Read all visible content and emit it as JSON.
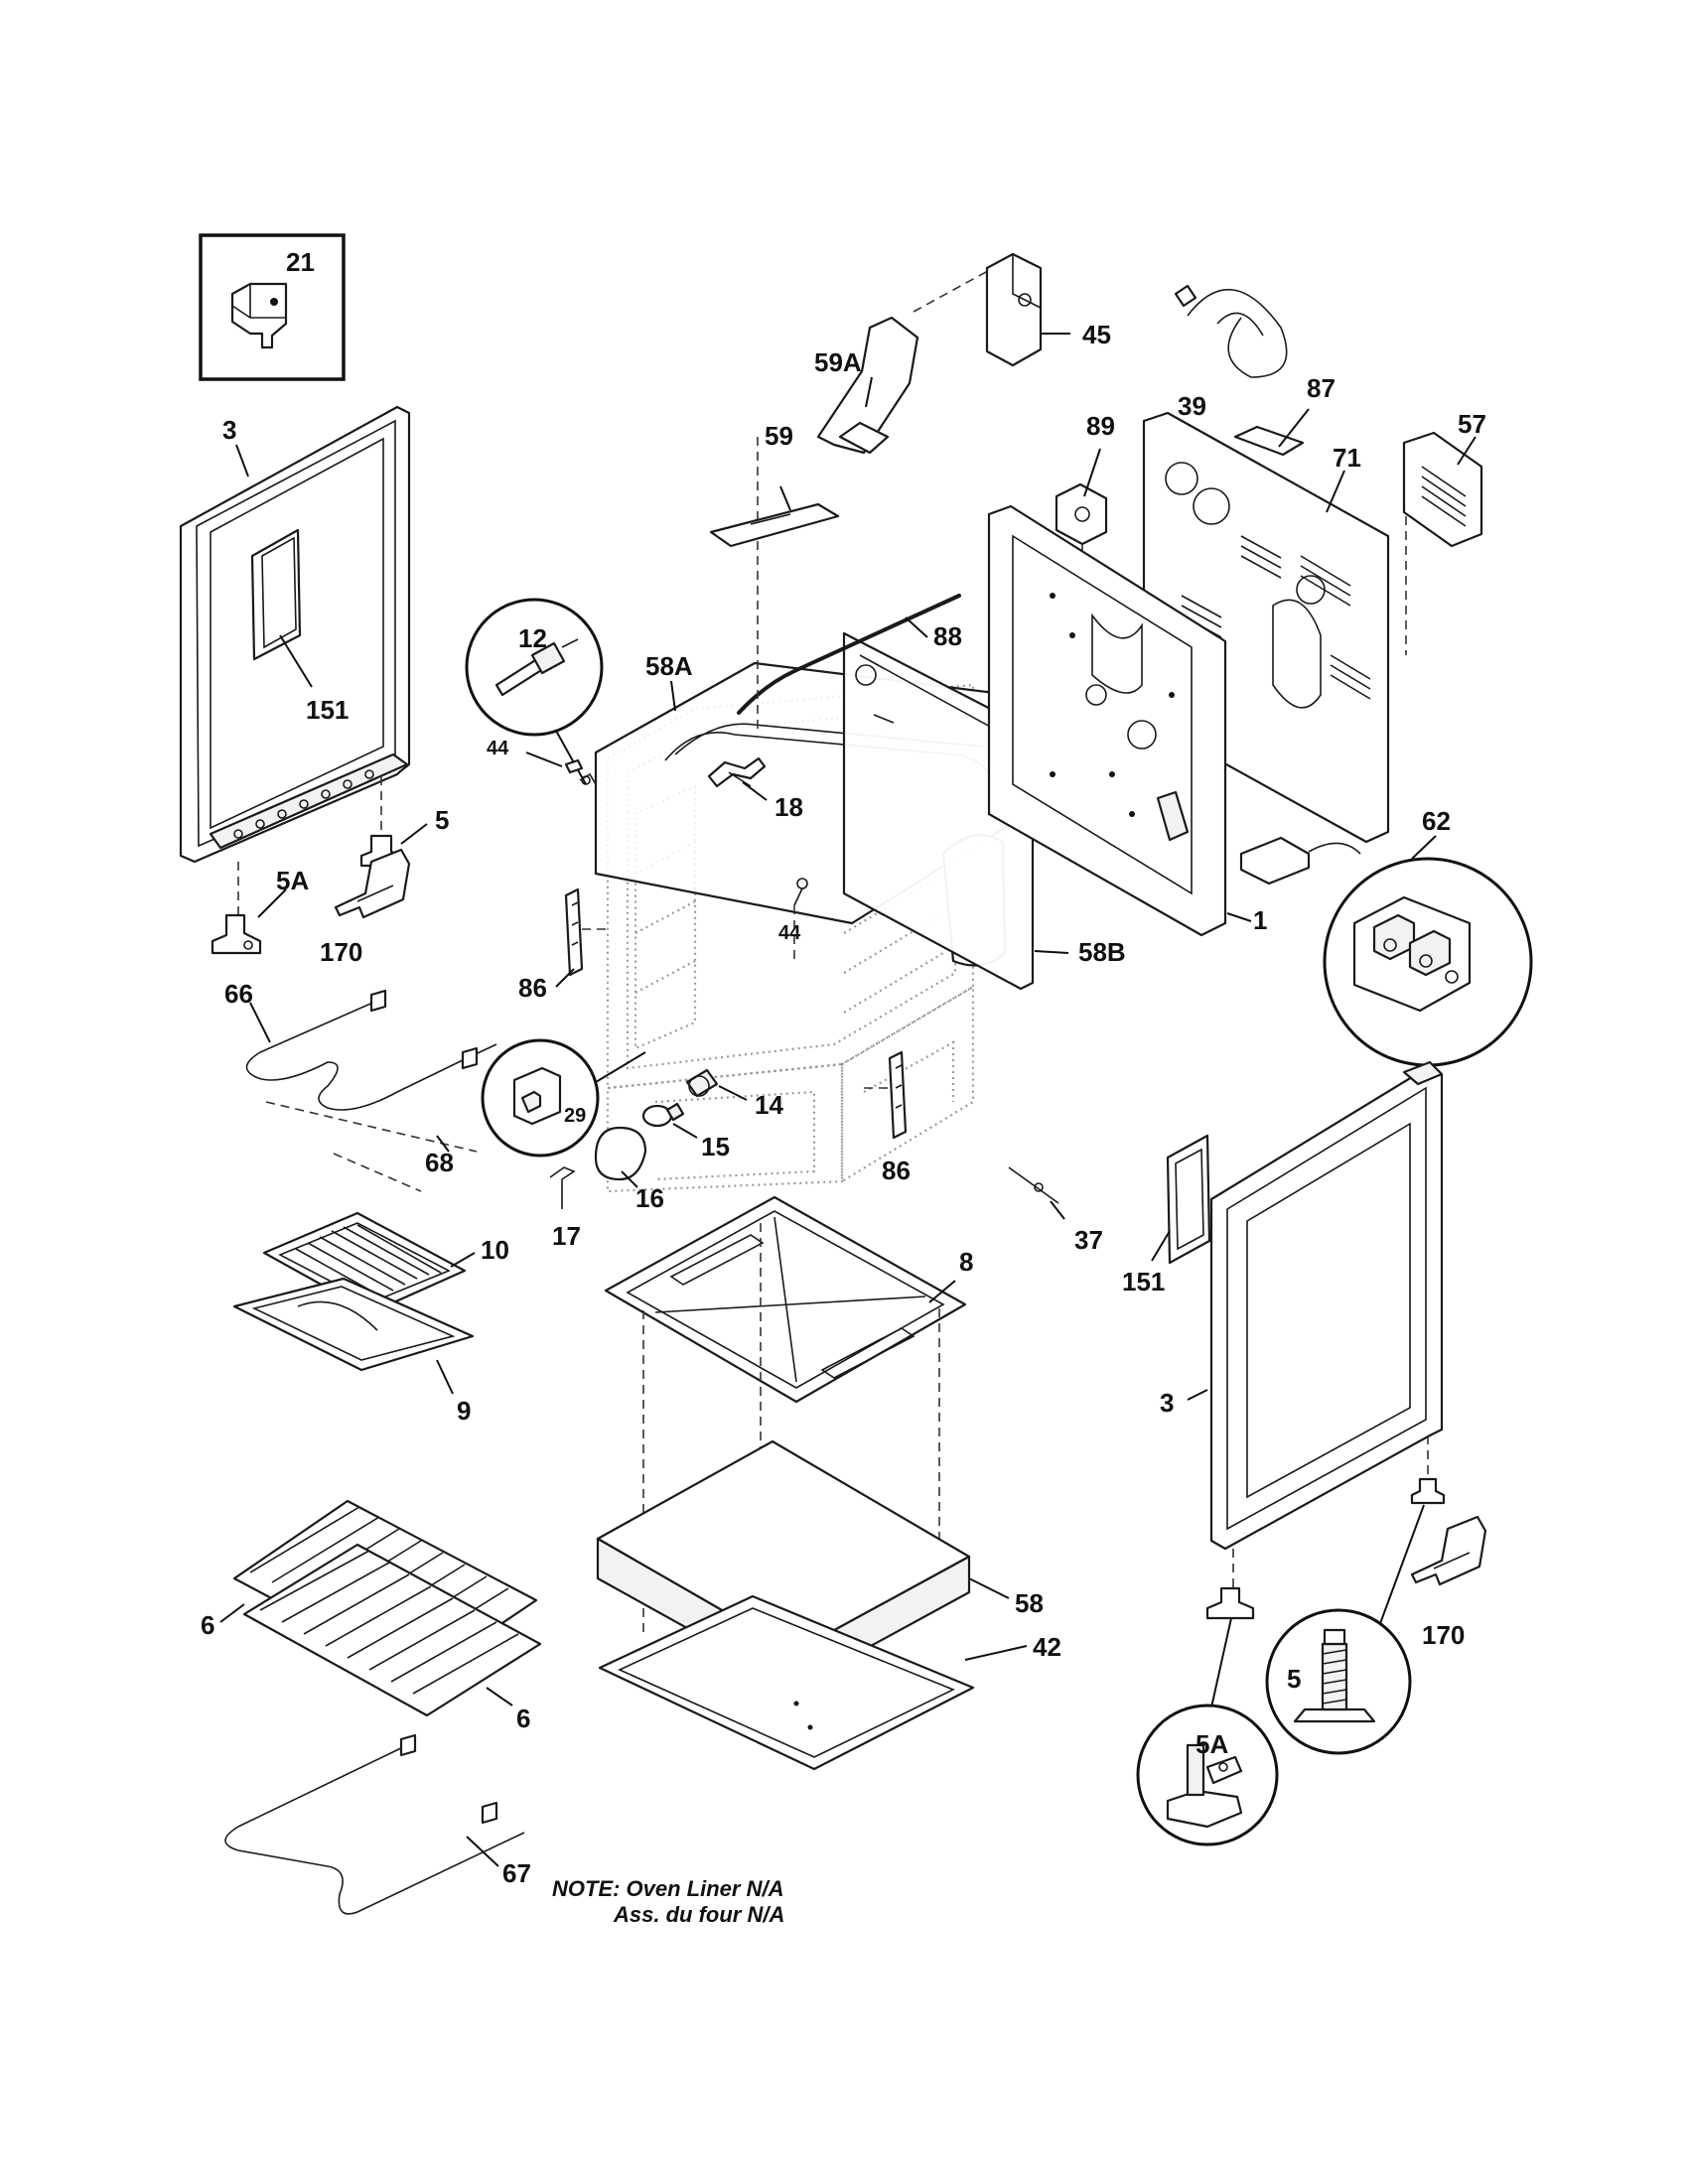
{
  "labels": {
    "p21": "21",
    "p3_left": "3",
    "p151_left": "151",
    "p5_left": "5",
    "p5a_left": "5A",
    "p170_left": "170",
    "p12": "12",
    "p44_top": "44",
    "p58a": "58A",
    "p59": "59",
    "p59a": "59A",
    "p45": "45",
    "p39": "39",
    "p87": "87",
    "p57": "57",
    "p89": "89",
    "p71": "71",
    "p88": "88",
    "p18": "18",
    "p44_mid": "44",
    "p86_left": "86",
    "p58b": "58B",
    "p1": "1",
    "p62": "62",
    "p66": "66",
    "p68": "68",
    "p29": "29",
    "p14": "14",
    "p15": "15",
    "p16": "16",
    "p17": "17",
    "p86_right": "86",
    "p37": "37",
    "p10": "10",
    "p9": "9",
    "p8": "8",
    "p151_right": "151",
    "p3_right": "3",
    "p58": "58",
    "p42": "42",
    "p6_top": "6",
    "p6_bottom": "6",
    "p170_right": "170",
    "p5_right": "5",
    "p5a_right": "5A",
    "p67": "67"
  },
  "note": {
    "line1": "NOTE: Oven Liner N/A",
    "line2": "Ass. du four N/A"
  }
}
